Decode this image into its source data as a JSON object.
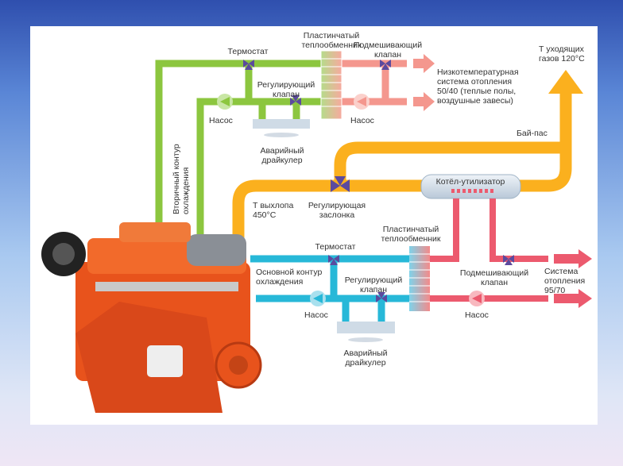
{
  "colors": {
    "green": "#8cc63f",
    "pink": "#f4978e",
    "orange": "#fbb01e",
    "cyan": "#27b8d8",
    "red": "#ec5a6e",
    "valve": "#5b4a9e",
    "engine": "#e8531c"
  },
  "secondary": {
    "exchanger": [
      "Пластинчатый",
      "теплообменник"
    ],
    "thermostat": "Термостат",
    "mixing_valve": [
      "Подмешивающий",
      "клапан"
    ],
    "control_valve": [
      "Регулирующий",
      "клапан"
    ],
    "pump_left": "Насос",
    "pump_right": "Насос",
    "drycooler": [
      "Аварийный",
      "драйкулер"
    ],
    "loop": [
      "Вторичный контур",
      "охлаждения"
    ],
    "heating": [
      "Низкотемпературная",
      "система отопления",
      "50/40 (теплые полы,",
      "воздушные завесы)"
    ]
  },
  "exhaust": {
    "outlet": [
      "Т уходящих",
      "газов 120°С"
    ],
    "bypass": "Бай-пас",
    "boiler": "Котёл-утилизатор",
    "exhaust_temp": [
      "Т выхлопа",
      "450°С"
    ],
    "damper": [
      "Регулирующая",
      "заслонка"
    ]
  },
  "primary": {
    "exchanger": [
      "Пластинчатый",
      "теплообменник"
    ],
    "thermostat": "Термостат",
    "loop": [
      "Основной контур",
      "охлаждения"
    ],
    "control_valve": [
      "Регулирующий",
      "клапан"
    ],
    "mixing_valve": [
      "Подмешивающий",
      "клапан"
    ],
    "heating": [
      "Система",
      "отопления",
      "95/70"
    ],
    "pump_left": "Насос",
    "pump_right": "Насос",
    "drycooler": [
      "Аварийный",
      "драйкулер"
    ]
  }
}
